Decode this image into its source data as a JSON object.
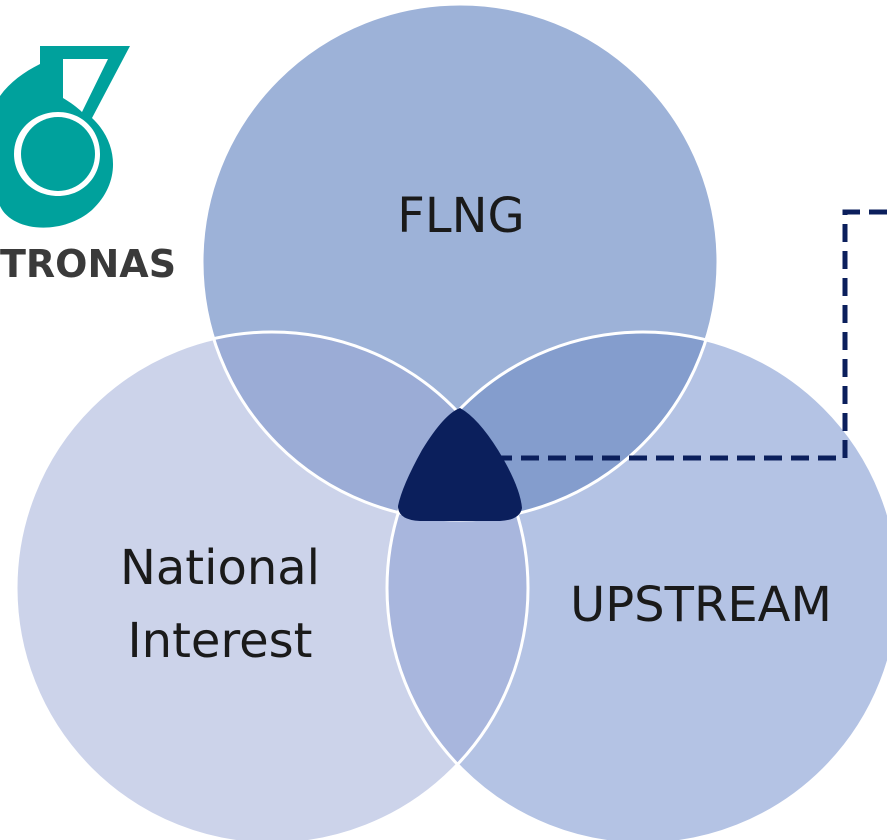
{
  "logo": {
    "text": "TRONAS",
    "color": "#00A19C",
    "text_color": "#3a3a3a"
  },
  "circles": {
    "top": {
      "label": "FLNG",
      "fill": "#9DB2D8"
    },
    "left": {
      "label_line1": "National",
      "label_line2": "Interest",
      "fill": "#CCD3EA"
    },
    "right": {
      "label": "UPSTREAM",
      "fill": "#B4C3E4"
    }
  },
  "overlaps": {
    "top_left": "#9BACD6",
    "top_right": "#849DCD",
    "left_right": "#A8B6DD",
    "center": "#0B1F5C"
  },
  "connector": {
    "style": "dashed",
    "color": "#0B1F5C"
  }
}
